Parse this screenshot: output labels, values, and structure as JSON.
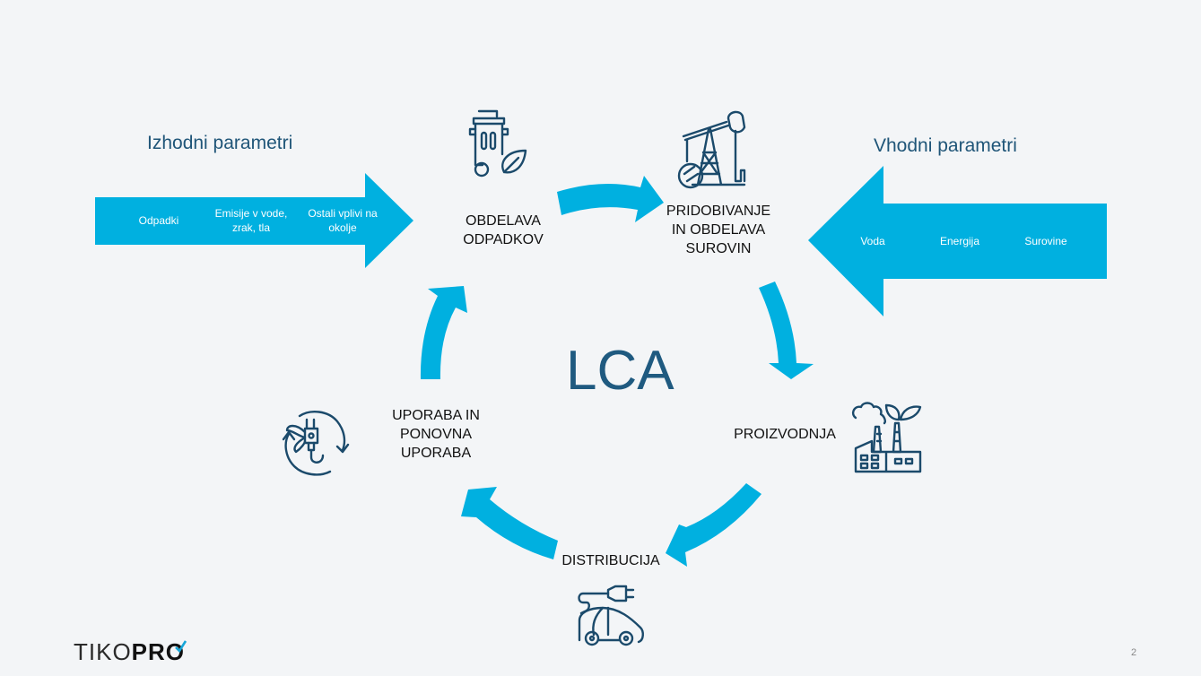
{
  "slide": {
    "center_label": "LCA",
    "page_number": "2",
    "logo": {
      "text_light": "TIKO",
      "text_bold": "PRO",
      "check_color": "#17a6d8"
    }
  },
  "colors": {
    "accent": "#00b0e0",
    "heading": "#1f5578",
    "icon": "#1b4a6b",
    "background": "#f3f5f7"
  },
  "outputs": {
    "heading": "Izhodni parametri",
    "items": [
      "Odpadki",
      "Emisije v vode, zrak, tla",
      "Ostali vplivi na okolje"
    ]
  },
  "inputs": {
    "heading": "Vhodni parametri",
    "items": [
      "Voda",
      "Energija",
      "Surovine"
    ]
  },
  "stages": [
    {
      "label": "OBDELAVA ODPADKOV",
      "icon": "trash-bin-leaf-icon"
    },
    {
      "label": "PRIDOBIVANJE IN OBDELAVA SUROVIN",
      "icon": "oil-pump-icon"
    },
    {
      "label": "PROIZVODNJA",
      "icon": "factory-icon"
    },
    {
      "label": "DISTRIBUCIJA",
      "icon": "electric-car-icon"
    },
    {
      "label": "UPORABA IN PONOVNA UPORABA",
      "icon": "recycle-plug-icon"
    }
  ]
}
